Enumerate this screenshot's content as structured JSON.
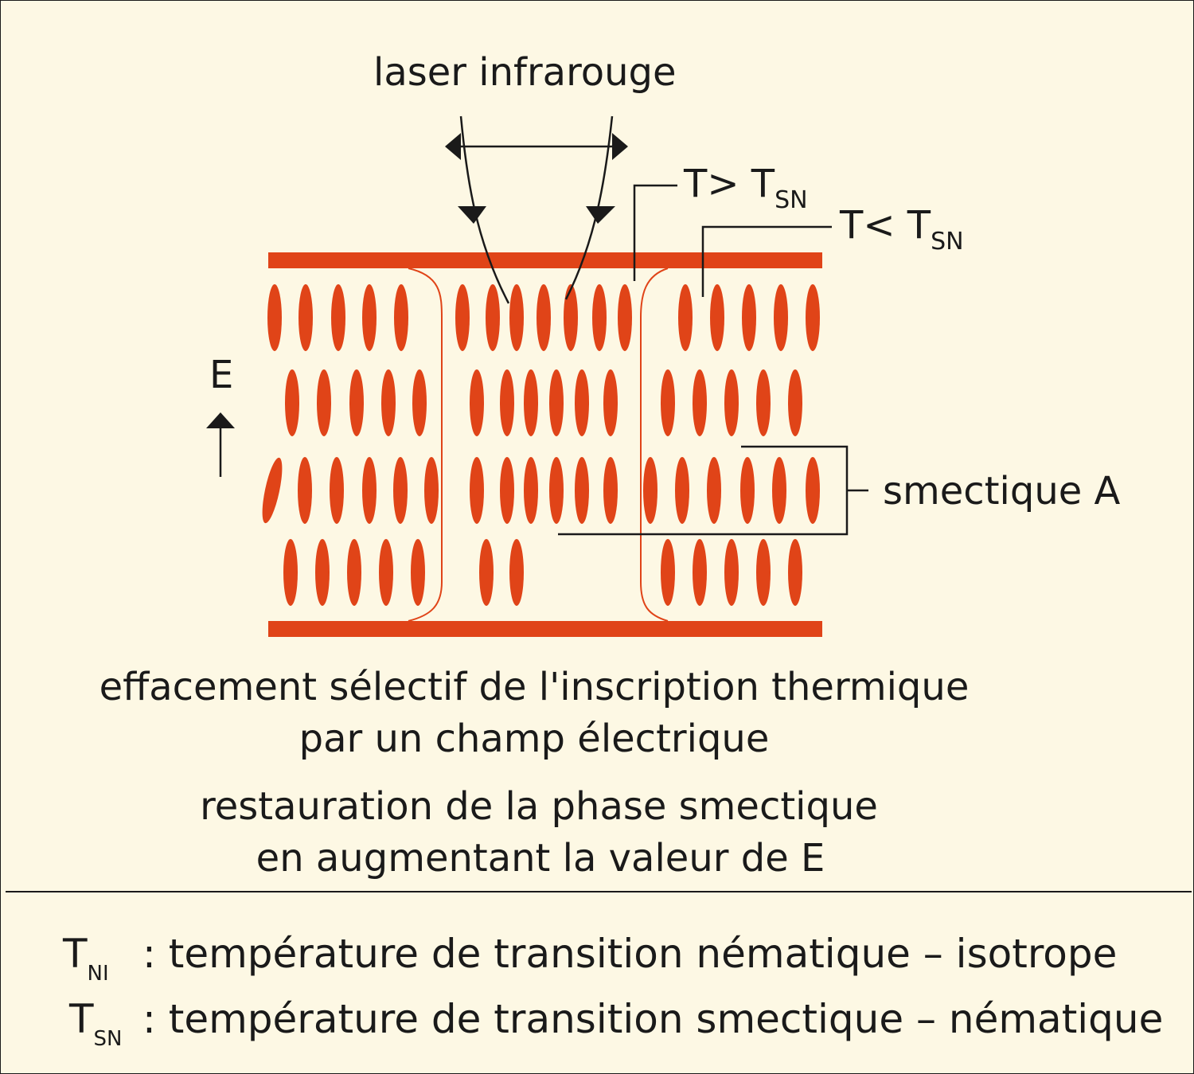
{
  "colors": {
    "background": "#fdf8e4",
    "molecule": "#e04418",
    "ink": "#1a1a1a"
  },
  "labels": {
    "laser": "laser infrarouge",
    "t_greater": "T> T",
    "t_greater_sub": "SN",
    "t_less": "T< T",
    "t_less_sub": "SN",
    "field": "E",
    "smectic": "smectique A"
  },
  "caption": {
    "line1": "effacement sélectif de l'inscription thermique",
    "line2": "par un champ électrique",
    "line3": "restauration de la phase smectique",
    "line4": "en augmentant la valeur de E"
  },
  "legend": [
    {
      "symbol": "T",
      "sub": "NI",
      "text": ": température  de  transition nématique  – isotrope"
    },
    {
      "symbol": "T",
      "sub": "SN",
      "text": ": température de transition smectique  – nématique"
    }
  ]
}
